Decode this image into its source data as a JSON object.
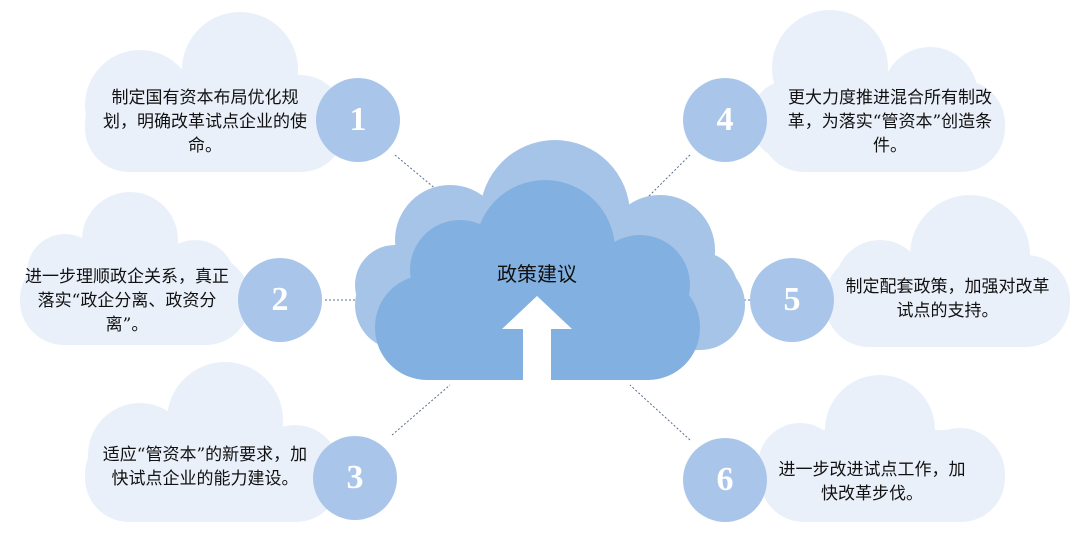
{
  "center": {
    "title": "政策建议"
  },
  "items": [
    {
      "number": "1",
      "text": "制定国有资本布局优化规划，明确改革试点企业的使命。"
    },
    {
      "number": "2",
      "text": "进一步理顺政企关系，真正落实“政企分离、政资分离”。"
    },
    {
      "number": "3",
      "text": "适应“管资本”的新要求，加快试点企业的能力建设。"
    },
    {
      "number": "4",
      "text": "更大力度推进混合所有制改革，为落实“管资本”创造条件。"
    },
    {
      "number": "5",
      "text": "制定配套政策，加强对改革试点的支持。"
    },
    {
      "number": "6",
      "text": "进一步改进试点工作，加快改革步伐。"
    }
  ],
  "colors": {
    "small_cloud": "#eaf0fa",
    "circle": "#a9c6ea",
    "center_cloud_front": "#82b1e1",
    "center_cloud_back": "#a6c4e8",
    "line": "#5a6e8c"
  }
}
